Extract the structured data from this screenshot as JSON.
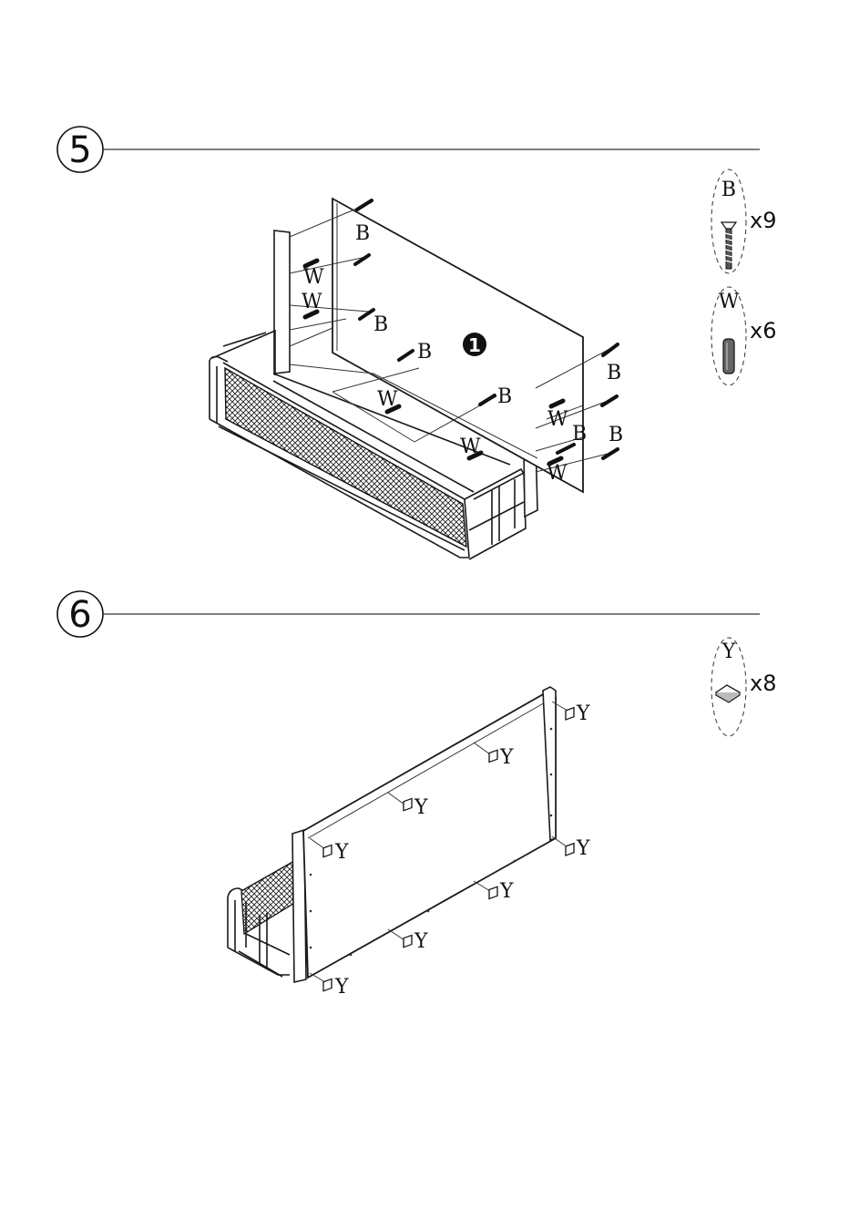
{
  "steps": [
    {
      "number": "5",
      "callout": "1",
      "parts": [
        {
          "letter": "B",
          "quantity": "x9",
          "icon": "screw-icon"
        },
        {
          "letter": "W",
          "quantity": "x6",
          "icon": "dowel-icon"
        }
      ],
      "labels": {
        "screw": "B",
        "dowel": "W"
      }
    },
    {
      "number": "6",
      "parts": [
        {
          "letter": "Y",
          "quantity": "x8",
          "icon": "felt-pad-icon"
        }
      ],
      "labels": {
        "pad": "Y"
      }
    }
  ]
}
